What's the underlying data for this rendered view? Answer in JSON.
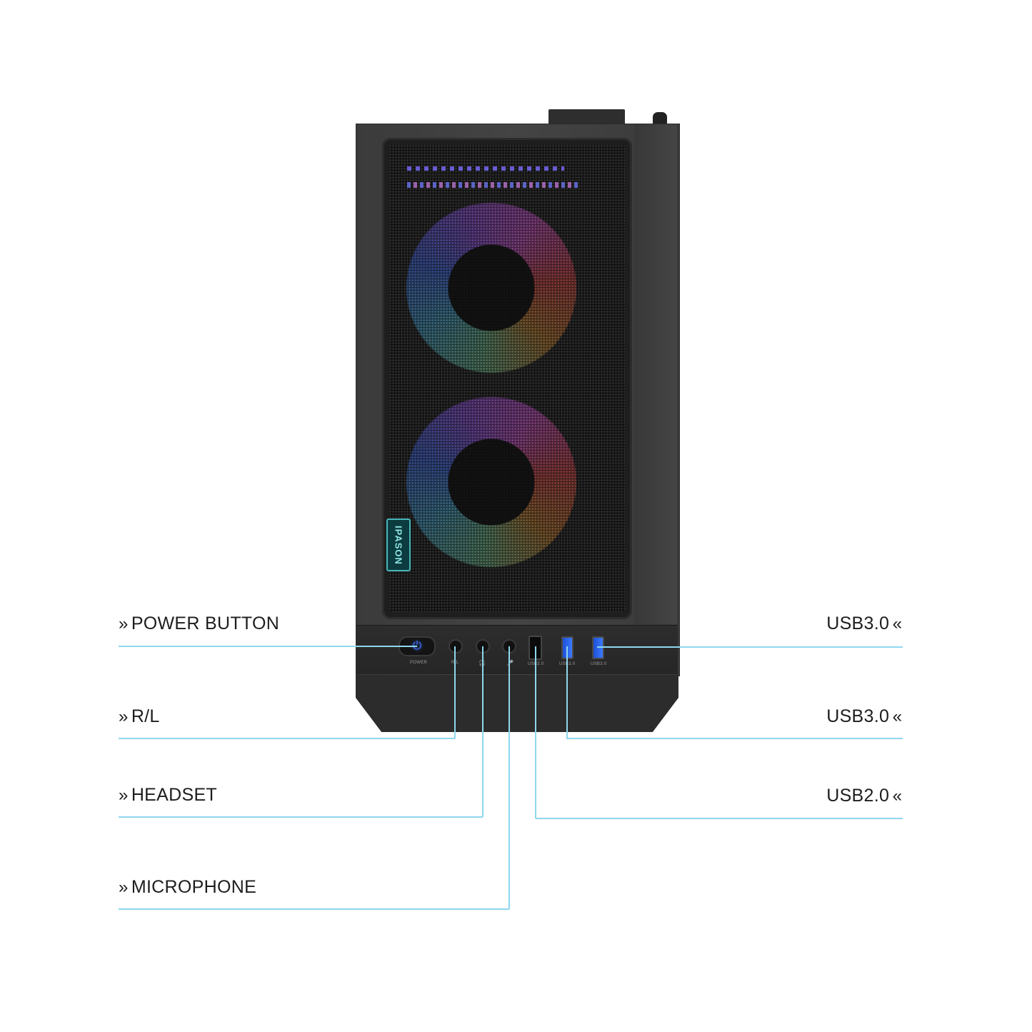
{
  "product": {
    "case_logo": "IPASON",
    "front_panel_labels": [
      "POWER",
      "R/L",
      "headset-symbol",
      "mic-symbol",
      "USB2.0",
      "USB3.0",
      "USB3.0"
    ]
  },
  "callouts": {
    "left": [
      {
        "id": "power",
        "label": "POWER BUTTON",
        "icon": "double-chevron-right"
      },
      {
        "id": "rl",
        "label": "R/L",
        "icon": "double-chevron-right"
      },
      {
        "id": "headset",
        "label": "HEADSET",
        "icon": "double-chevron-right"
      },
      {
        "id": "microphone",
        "label": "MICROPHONE",
        "icon": "double-chevron-right"
      }
    ],
    "right": [
      {
        "id": "usb3-a",
        "label": "USB3.0",
        "icon": "double-chevron-left"
      },
      {
        "id": "usb3-b",
        "label": "USB3.0",
        "icon": "double-chevron-left"
      },
      {
        "id": "usb2",
        "label": "USB2.0",
        "icon": "double-chevron-left"
      }
    ],
    "chevron_right": "»",
    "chevron_left": "«",
    "line_color": "#8fd7ef"
  },
  "colors": {
    "power_led": "#3d6dff",
    "usb3_blue": "#2f66ee",
    "logo_accent": "#48b6b8"
  }
}
